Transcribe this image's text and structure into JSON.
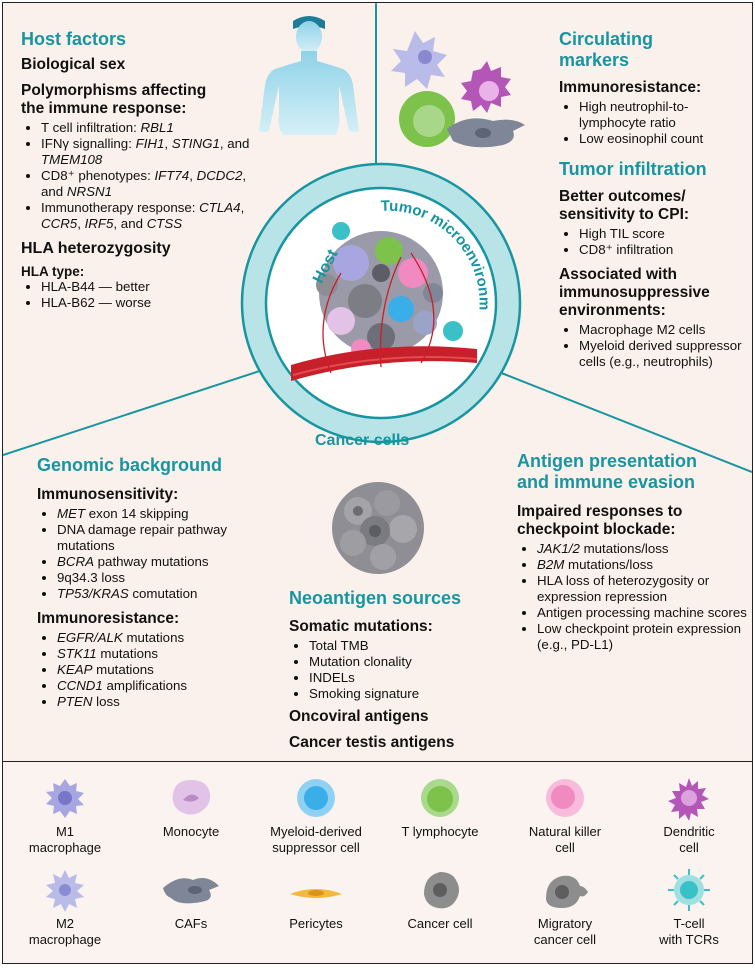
{
  "host_factors": {
    "title": "Host factors",
    "biological_sex": "Biological sex",
    "polymorphisms_heading_1": "Polymorphisms affecting",
    "polymorphisms_heading_2": "the immune response:",
    "poly_items": [
      {
        "pre": "T cell infiltration: ",
        "g1": "RBL1"
      },
      {
        "pre": "IFNγ signalling: ",
        "g1": "FIH1",
        "mid": ", ",
        "g2": "STING1",
        "mid2": ", and ",
        "g3": "TMEM108"
      },
      {
        "pre": "CD8⁺ phenotypes: ",
        "g1": "IFT74",
        "mid": ", ",
        "g2": "DCDC2",
        "mid2": ", and ",
        "g3": "NRSN1"
      },
      {
        "pre": "Immunotherapy response: ",
        "g1": "CTLA4",
        "mid": ", ",
        "g2": "CCR5",
        "mid2": ", ",
        "g3": "IRF5",
        "mid3": ", and ",
        "g4": "CTSS"
      }
    ],
    "hla_heading": "HLA heterozygosity",
    "hla_type": "HLA type:",
    "hla_items": [
      "HLA-B44 — better",
      "HLA-B62 — worse"
    ]
  },
  "circulating_markers": {
    "title_1": "Circulating",
    "title_2": "markers",
    "immunoresistance": "Immunoresistance:",
    "items": [
      "High neutrophil-to-lymphocyte ratio",
      "Low eosinophil count"
    ]
  },
  "tumor_infiltration": {
    "title": "Tumor infiltration",
    "better_1": "Better outcomes/",
    "better_2": "sensitivity to CPI:",
    "better_items": [
      "High TIL score",
      "CD8⁺ infiltration"
    ],
    "assoc_1": "Associated with",
    "assoc_2": "immunosuppressive",
    "assoc_3": "environments:",
    "assoc_items": [
      "Macrophage M2 cells",
      "Myeloid derived suppressor cells (e.g., neutrophils)"
    ]
  },
  "ring_labels": {
    "host": "Host",
    "tumor_micro": "Tumor microenvironment",
    "cancer_cells": "Cancer cells"
  },
  "genomic_background": {
    "title": "Genomic background",
    "sens_heading": "Immunosensitivity:",
    "sens_items": [
      {
        "g": "MET",
        "t": " exon 14 skipping"
      },
      {
        "g": "",
        "t": "DNA damage repair pathway mutations"
      },
      {
        "g": "BCRA",
        "t": " pathway mutations"
      },
      {
        "g": "",
        "t": "9q34.3 loss"
      },
      {
        "g": "TP53/KRAS",
        "t": " comutation"
      }
    ],
    "res_heading": "Immunoresistance:",
    "res_items": [
      {
        "g": "EGFR/ALK",
        "t": " mutations"
      },
      {
        "g": "STK11",
        "t": " mutations"
      },
      {
        "g": "KEAP",
        "t": " mutations"
      },
      {
        "g": "CCND1",
        "t": " amplifications"
      },
      {
        "g": "PTEN",
        "t": " loss"
      }
    ]
  },
  "neoantigen_sources": {
    "title": "Neoantigen sources",
    "somatic": "Somatic mutations:",
    "items": [
      "Total TMB",
      "Mutation clonality",
      "INDELs",
      "Smoking signature"
    ],
    "oncoviral": "Oncoviral antigens",
    "cancer_testis": "Cancer testis antigens"
  },
  "antigen_presentation": {
    "title_1": "Antigen presentation",
    "title_2": "and immune evasion",
    "impaired_1": "Impaired responses to",
    "impaired_2": "checkpoint blockade:",
    "items": [
      {
        "g": "JAK1/2",
        "t": " mutations/loss"
      },
      {
        "g": "B2M",
        "t": " mutations/loss"
      },
      {
        "g": "",
        "t": "HLA loss of heterozygosity or expression repression"
      },
      {
        "g": "",
        "t": "Antigen processing machine scores"
      },
      {
        "g": "",
        "t": "Low checkpoint protein expression (e.g., PD-L1)"
      }
    ]
  },
  "legend": {
    "items": [
      {
        "id": "m1",
        "line1": "M1",
        "line2": "macrophage",
        "color": "#a8a6e0",
        "icon": "m1-macrophage-icon"
      },
      {
        "id": "mono",
        "line1": "Monocyte",
        "line2": "",
        "color": "#e3c2e8",
        "icon": "monocyte-icon"
      },
      {
        "id": "mdsc",
        "line1": "Myeloid-derived",
        "line2": "suppressor cell",
        "color": "#39aee8",
        "icon": "myeloid-derived-suppressor-cell-icon"
      },
      {
        "id": "tl",
        "line1": "T lymphocyte",
        "line2": "",
        "color": "#7cc24b",
        "icon": "t-lymphocyte-icon"
      },
      {
        "id": "nk",
        "line1": "Natural killer",
        "line2": "cell",
        "color": "#f08ac0",
        "icon": "natural-killer-cell-icon"
      },
      {
        "id": "dc",
        "line1": "Dendritic",
        "line2": "cell",
        "color": "#b455b8",
        "icon": "dendritic-cell-icon"
      },
      {
        "id": "m2",
        "line1": "M2",
        "line2": "macrophage",
        "color": "#b9bbe8",
        "icon": "m2-macrophage-icon"
      },
      {
        "id": "caf",
        "line1": "CAFs",
        "line2": "",
        "color": "#7e8698",
        "icon": "caf-icon"
      },
      {
        "id": "peri",
        "line1": "Pericytes",
        "line2": "",
        "color": "#f2b93b",
        "icon": "pericyte-icon"
      },
      {
        "id": "cc",
        "line1": "Cancer cell",
        "line2": "",
        "color": "#8d8d8d",
        "icon": "cancer-cell-icon"
      },
      {
        "id": "mcc",
        "line1": "Migratory",
        "line2": "cancer cell",
        "color": "#8d8d8d",
        "icon": "migratory-cancer-cell-icon"
      },
      {
        "id": "tcr",
        "line1": "T-cell",
        "line2": "with TCRs",
        "color": "#39c1c7",
        "icon": "t-cell-with-tcrs-icon"
      }
    ]
  },
  "colors": {
    "teal": "#1795a0",
    "ring": "#bfe7ea",
    "background": "#faf1ec"
  }
}
